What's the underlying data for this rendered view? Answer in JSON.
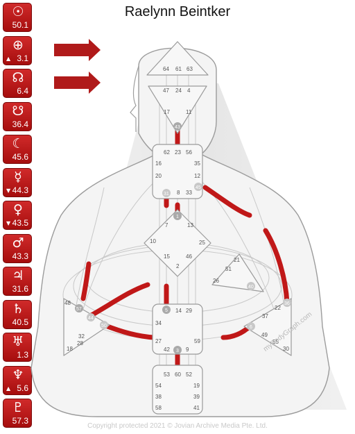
{
  "title": "Raelynn Beintker",
  "planets": [
    {
      "icon": "sun-icon",
      "glyph": "☉",
      "value": "50.1",
      "arrow": ""
    },
    {
      "icon": "earth-icon",
      "glyph": "⊕",
      "value": "3.1",
      "arrow": "▲"
    },
    {
      "icon": "north-node-icon",
      "glyph": "☊",
      "value": "6.4",
      "arrow": ""
    },
    {
      "icon": "south-node-icon",
      "glyph": "☋",
      "value": "36.4",
      "arrow": ""
    },
    {
      "icon": "moon-icon",
      "glyph": "☾",
      "value": "45.6",
      "arrow": ""
    },
    {
      "icon": "mercury-icon",
      "glyph": "☿",
      "value": "44.3",
      "arrow": "▼"
    },
    {
      "icon": "venus-icon",
      "glyph": "♀",
      "value": "43.5",
      "arrow": "▼"
    },
    {
      "icon": "mars-icon",
      "glyph": "♂",
      "value": "43.3",
      "arrow": ""
    },
    {
      "icon": "jupiter-icon",
      "glyph": "♃",
      "value": "31.6",
      "arrow": ""
    },
    {
      "icon": "saturn-icon",
      "glyph": "♄",
      "value": "40.5",
      "arrow": ""
    },
    {
      "icon": "uranus-icon",
      "glyph": "♅",
      "value": "1.3",
      "arrow": ""
    },
    {
      "icon": "neptune-icon",
      "glyph": "♆",
      "value": "5.6",
      "arrow": "▲"
    },
    {
      "icon": "pluto-icon",
      "glyph": "♇",
      "value": "57.3",
      "arrow": ""
    }
  ],
  "arrows": [
    {
      "icon": "arrow-right-icon",
      "color": "#b01a1a"
    },
    {
      "icon": "arrow-right-icon",
      "color": "#b01a1a"
    }
  ],
  "accent_color": "#c01818",
  "centers": {
    "head": [
      "64",
      "61",
      "63"
    ],
    "ajna_top": [
      "47",
      "24",
      "4"
    ],
    "ajna_bottom": [
      "17",
      "11"
    ],
    "ajna_active": "43",
    "throat_top": [
      "62",
      "23",
      "56"
    ],
    "throat_left": [
      "16",
      "20"
    ],
    "throat_right": [
      "35",
      "12"
    ],
    "throat_bottom": [
      "8",
      "33"
    ],
    "throat_active": [
      "31",
      "45"
    ],
    "g_top": [
      "7",
      "13"
    ],
    "g_left": "10",
    "g_right": "25",
    "g_bottom": [
      "15",
      "46",
      "2"
    ],
    "g_active": "1",
    "ego": [
      "21",
      "51",
      "26"
    ],
    "ego_active": "40",
    "spleen": [
      "48",
      "32",
      "28",
      "18"
    ],
    "spleen_active": [
      "57",
      "44",
      "50"
    ],
    "sacral_top": [
      "14",
      "29"
    ],
    "sacral_left": [
      "34",
      "27"
    ],
    "sacral_right": "59",
    "sacral_bottom": [
      "42",
      "9"
    ],
    "sacral_active": [
      "5",
      "3"
    ],
    "solar_plexus": [
      "37",
      "22",
      "49",
      "55",
      "30"
    ],
    "solar_plexus_active": [
      "36",
      "6"
    ],
    "root_top": [
      "53",
      "60",
      "52"
    ],
    "root_left": [
      "54",
      "38",
      "58"
    ],
    "root_right": [
      "19",
      "39",
      "41"
    ]
  },
  "brand": "myBodyGraph.com",
  "copyright": "Copyright protected 2021 © Jovian Archive Media Pte. Ltd."
}
